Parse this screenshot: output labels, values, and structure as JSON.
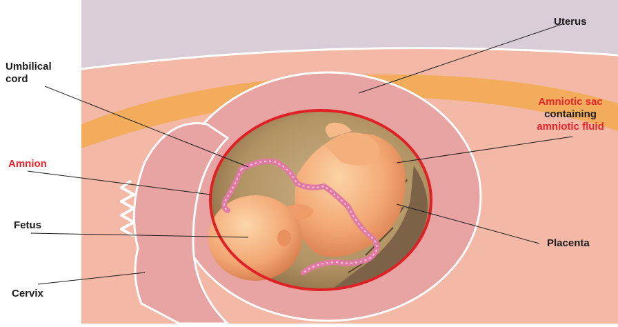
{
  "labels": {
    "uterus": "Uterus",
    "umbilical_cord_line1": "Umbilical",
    "umbilical_cord_line2": "cord",
    "amniotic_sac_line1": "Amniotic sac",
    "amniotic_sac_line2": "containing",
    "amniotic_sac_line3": "amniotic fluid",
    "amnion": "Amnion",
    "fetus": "Fetus",
    "placenta": "Placenta",
    "cervix": "Cervix"
  },
  "colors": {
    "background_lilac": "#d9cdd8",
    "tissue_pink": "#f3b8a6",
    "uterine_wall": "#e7a4a2",
    "fat_band": "#f2ac5b",
    "outline_white": "#ffffff",
    "amnion_red": "#df2126",
    "amniotic_fluid": "#b7986c",
    "fetus_skin": "#efa06c",
    "placenta": "#7c6347",
    "cord_pink": "#e07aa4",
    "label_red": "#e3262c",
    "label_black": "#1a1a1a"
  }
}
